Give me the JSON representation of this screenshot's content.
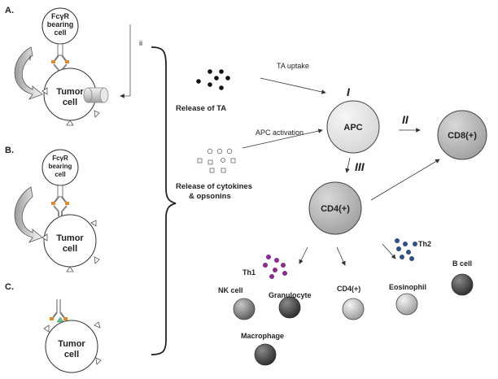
{
  "panels": {
    "a": "A.",
    "b": "B.",
    "c": "C."
  },
  "fcgr_line1": "FcγR",
  "fcgr_line2": "bearing",
  "fcgr_line3": "cell",
  "tumor_line1": "Tumor",
  "tumor_line2": "cell",
  "arrow_i": "i",
  "arrow_ii": "ii",
  "release_ta": "Release of TA",
  "release_cyto_1": "Release of cytokines",
  "release_cyto_2": "& opsonins",
  "ta_uptake": "TA uptake",
  "apc_activation": "APC activation",
  "roman": {
    "one": "I",
    "two": "II",
    "three": "III"
  },
  "apc": "APC",
  "cd8": "CD8(+)",
  "cd4": "CD4(+)",
  "th1": "Th1",
  "th2": "Th2",
  "effectors": {
    "b_cell": "B cell",
    "nk_cell": "NK cell",
    "granulocyte": "Granulocyte",
    "cd4": "CD4(+)",
    "eosinophil": "Eosinophil",
    "macrophage": "Macrophage"
  },
  "colors": {
    "th1_dots": "#8b2a8f",
    "th2_dots": "#2f4f8a",
    "apc_fill": "#e6e6e6",
    "cd_fill": "#b8b8b8"
  }
}
